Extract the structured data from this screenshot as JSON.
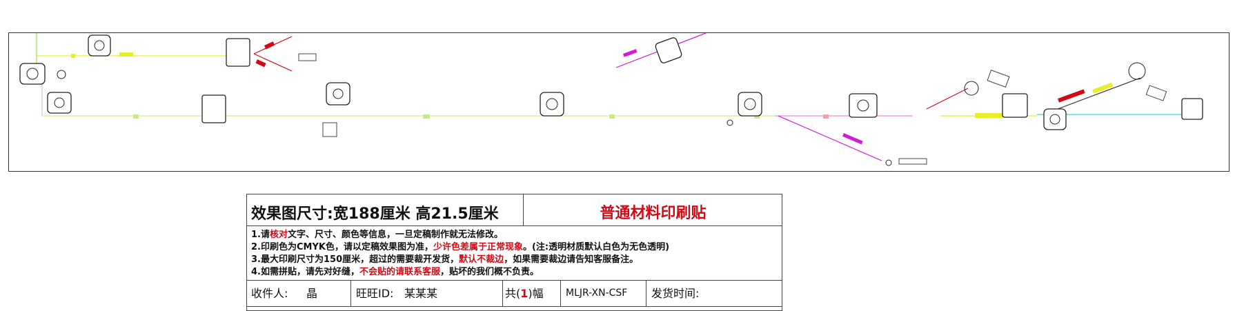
{
  "spec": {
    "size_label": "效果图尺寸:宽188厘米 高21.5厘米",
    "material": "普通材料印刷贴",
    "notes": [
      [
        {
          "t": "1.请",
          "r": false
        },
        {
          "t": "核对",
          "r": true
        },
        {
          "t": "文字、尺寸、颜色等信息，一旦定稿制作就无法修改。",
          "r": false
        }
      ],
      [
        {
          "t": "2.印刷色为CMYK色，请以定稿效果图为准，",
          "r": false
        },
        {
          "t": "少许色差属于正常现象",
          "r": true
        },
        {
          "t": "。(注:透明材质默认白色为无色透明)",
          "r": false
        }
      ],
      [
        {
          "t": "3.最大印刷尺寸为150厘米，超过的需要裁开发货，",
          "r": false
        },
        {
          "t": "默认不裁边",
          "r": true
        },
        {
          "t": "，如果需要裁边请告知客服备注。",
          "r": false
        }
      ],
      [
        {
          "t": "4.如需拼贴，请先对好缝，",
          "r": false
        },
        {
          "t": "不会贴的请联系客服",
          "r": true
        },
        {
          "t": "，贴坏的我们概不负责。",
          "r": false
        }
      ]
    ],
    "receiver_label": "收件人:",
    "receiver_value": "晶",
    "wangwang_label": "旺旺ID:",
    "wangwang_value": "某某某",
    "count_prefix": "共(",
    "count_value": "1",
    "count_suffix": ")幅",
    "code": "MLJR-XN-CSF",
    "ship_label": "发货时间:"
  },
  "colors": {
    "red": "#d10a16",
    "yellow": "#e8ef2a",
    "magenta": "#d21bd8",
    "cyan": "#3fd6e6",
    "green": "#9adf4a"
  }
}
